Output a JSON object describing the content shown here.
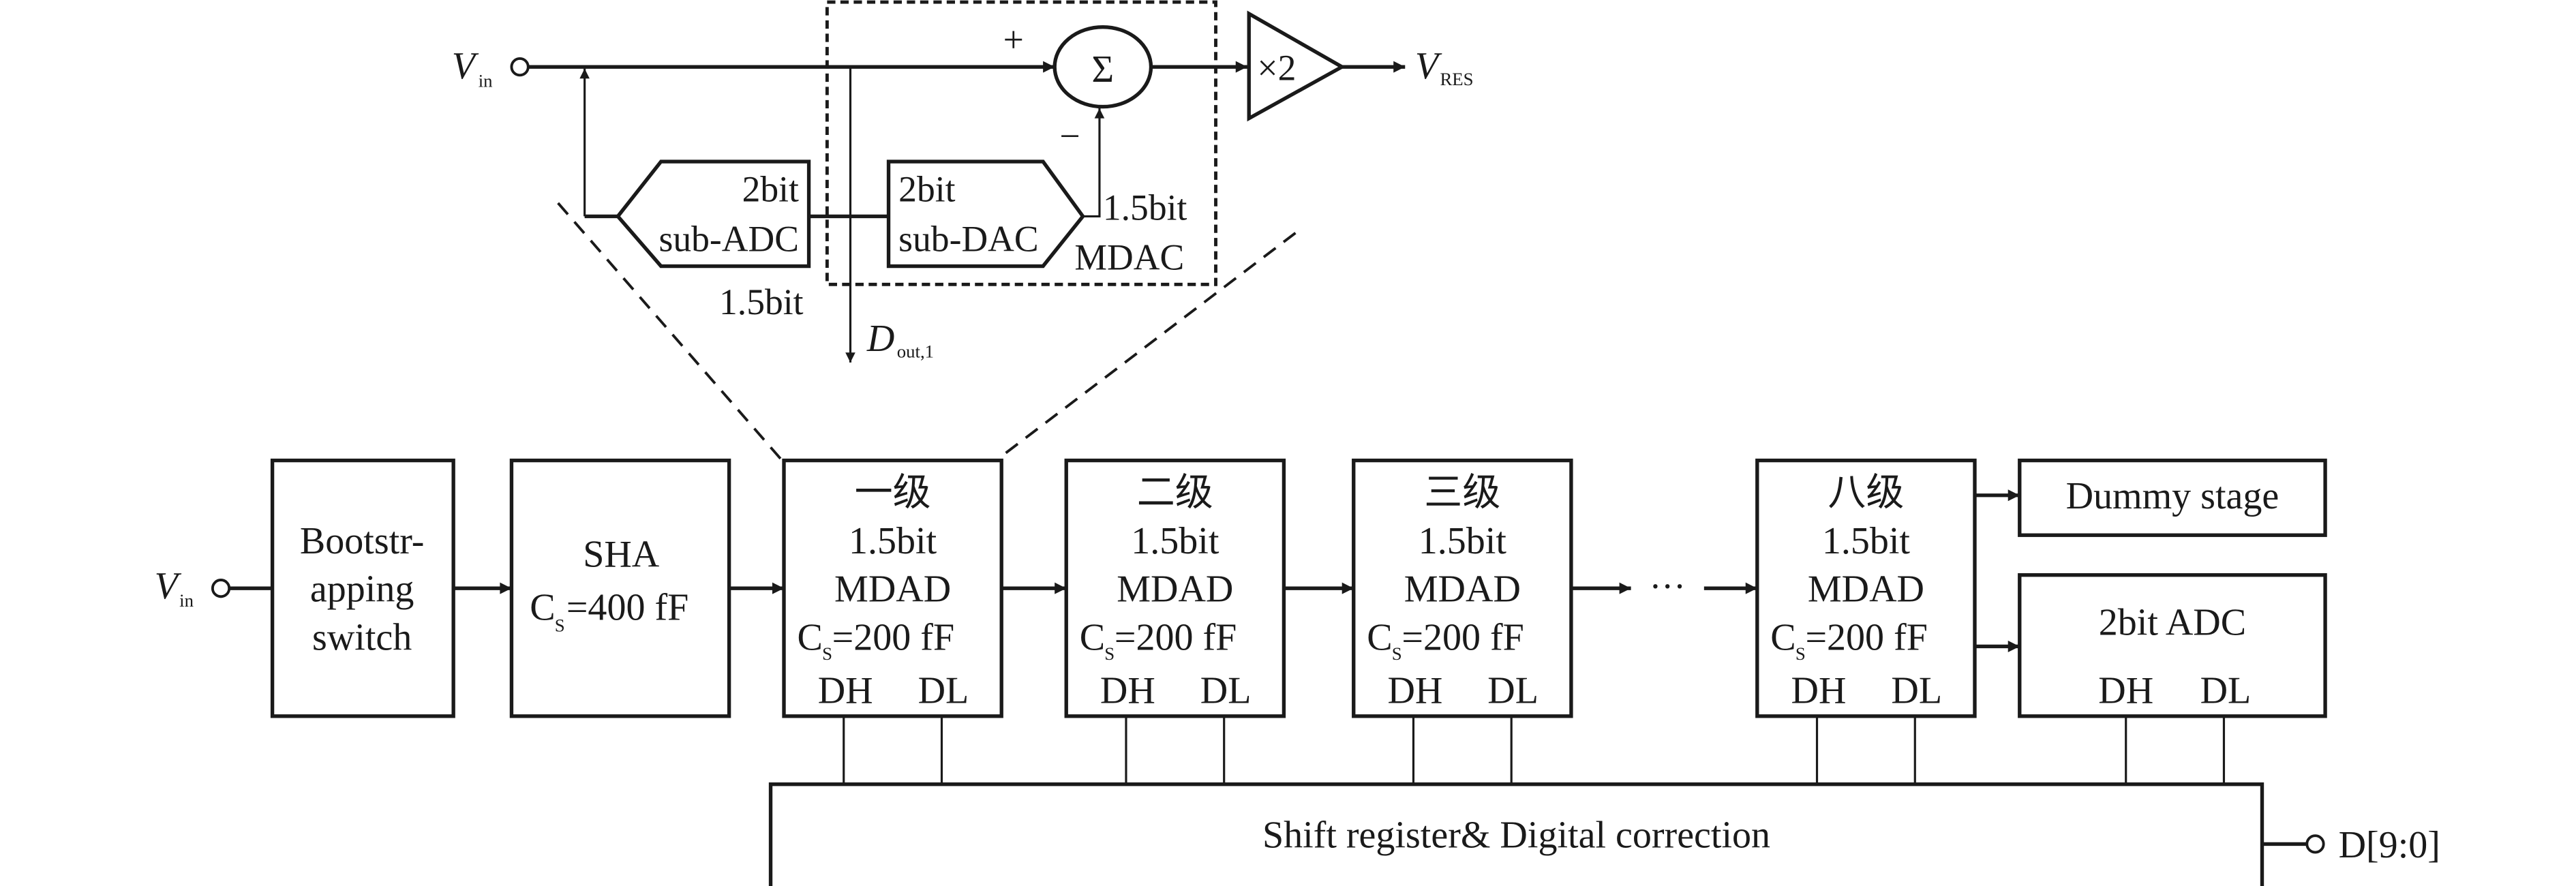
{
  "figure": {
    "type": "pipeline ADC block diagram",
    "colors": {
      "stroke": "#1a1a1a",
      "background": "#ffffff"
    }
  },
  "detail": {
    "input_label": {
      "main": "V",
      "sub": "in"
    },
    "output_label": {
      "main": "V",
      "sub": "RES"
    },
    "plus_sign": "+",
    "minus_sign": "−",
    "summer_symbol": "Σ",
    "amplifier_label": "×2",
    "sub_adc": {
      "line1": "2bit",
      "line2": "sub-ADC"
    },
    "sub_dac": {
      "line1": "2bit",
      "line2": "sub-DAC"
    },
    "mdac_label": {
      "line1": "1.5bit",
      "line2": "MDAC"
    },
    "adc_bits_label": "1.5bit",
    "dout_label": {
      "main": "D",
      "sub": "out,1"
    }
  },
  "pipeline": {
    "input_label": {
      "main": "V",
      "sub": "in"
    },
    "bootstrap": {
      "lines": [
        "Bootstr-",
        "apping",
        "switch"
      ]
    },
    "sha": {
      "line1": "SHA",
      "cap_main": "C",
      "cap_sub": "S",
      "cap_value": "=400 fF"
    },
    "stages": [
      {
        "name": "一级",
        "bits": "1.5bit",
        "type": "MDAD",
        "cap_main": "C",
        "cap_sub": "S",
        "cap_value": "=200 fF",
        "dh": "DH",
        "dl": "DL"
      },
      {
        "name": "二级",
        "bits": "1.5bit",
        "type": "MDAD",
        "cap_main": "C",
        "cap_sub": "S",
        "cap_value": "=200 fF",
        "dh": "DH",
        "dl": "DL"
      },
      {
        "name": "三级",
        "bits": "1.5bit",
        "type": "MDAD",
        "cap_main": "C",
        "cap_sub": "S",
        "cap_value": "=200 fF",
        "dh": "DH",
        "dl": "DL"
      },
      {
        "name": "八级",
        "bits": "1.5bit",
        "type": "MDAD",
        "cap_main": "C",
        "cap_sub": "S",
        "cap_value": "=200 fF",
        "dh": "DH",
        "dl": "DL"
      }
    ],
    "ellipsis": "···",
    "dummy_stage": "Dummy stage",
    "final_adc": {
      "label": "2bit ADC",
      "dh": "DH",
      "dl": "DL"
    },
    "correction_block": "Shift register& Digital correction",
    "output_label": "D[9:0]"
  }
}
